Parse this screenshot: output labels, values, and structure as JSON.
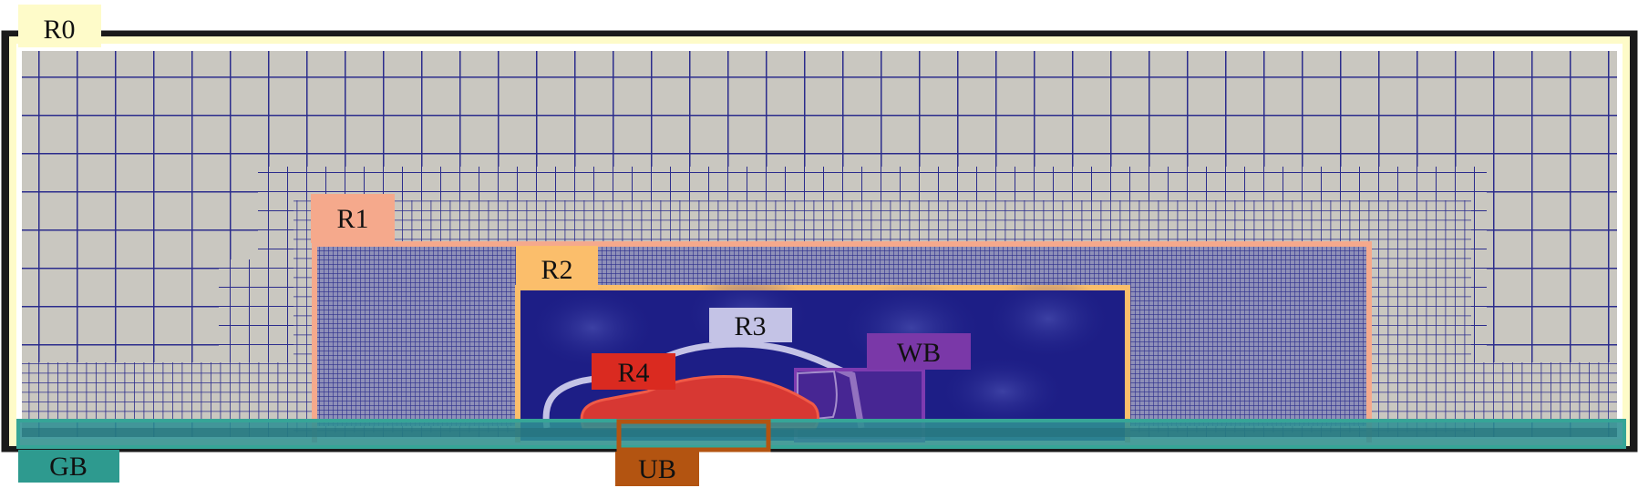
{
  "diagram": {
    "regions": [
      {
        "key": "r0",
        "label": "R0",
        "box_color": "#FEFBC9",
        "outline_color": "#FEFBC9"
      },
      {
        "key": "r1",
        "label": "R1",
        "box_color": "#F5A98C",
        "outline_color": "#F5A98C"
      },
      {
        "key": "r2",
        "label": "R2",
        "box_color": "#FBBE6B",
        "outline_color": "#FBBE6B"
      },
      {
        "key": "r3",
        "label": "R3",
        "box_color": "#C4C3E6",
        "outline_color": "#C4C3E6"
      },
      {
        "key": "r4",
        "label": "R4",
        "box_color": "#DA2A20",
        "outline_color": "#D7302A"
      },
      {
        "key": "wb",
        "label": "WB",
        "box_color": "#7A38A8",
        "outline_color": "#7E3BB0"
      },
      {
        "key": "gb",
        "label": "GB",
        "box_color": "#2E9A8F",
        "outline_color": "#36A597"
      },
      {
        "key": "ub",
        "label": "UB",
        "box_color": "#B35411",
        "outline_color": "#B35411"
      }
    ],
    "colors": {
      "domain_border": "#1A1A1A",
      "coarse_cell": "#C9C7C0",
      "mesh_line": "#2B2C8C",
      "fine_mesh": "#1D1E86",
      "car_body": "#D73833"
    }
  }
}
